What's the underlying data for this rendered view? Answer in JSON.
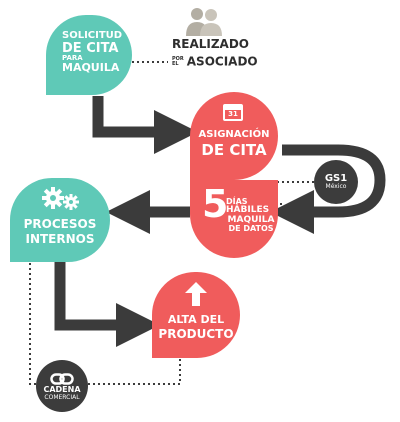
{
  "colors": {
    "teal": "#5fc9b7",
    "coral": "#f05c5c",
    "arrow": "#3b3b3b",
    "chip": "#3c3c3c"
  },
  "solicitud": {
    "line1": "Solicitud",
    "line2": "de cita",
    "line3": "para",
    "line4": "maquila"
  },
  "realizado": {
    "line1": "Realizado",
    "por": "por",
    "el": "el",
    "line2": "asociado",
    "icon": "people-icon"
  },
  "asignacion": {
    "line1": "Asignación",
    "line2": "de cita",
    "calendar_day": "31",
    "icon": "calendar-icon"
  },
  "gs1": {
    "line1": "GS1",
    "line2": "México"
  },
  "dias": {
    "number": "5",
    "line1": "días",
    "line2": "hábiles",
    "line3": "maquila",
    "line4": "de datos"
  },
  "procesos": {
    "line1": "Procesos",
    "line2": "internos",
    "icon": "gears-icon"
  },
  "alta": {
    "line1": "Alta del",
    "line2": "producto",
    "icon": "up-arrow-icon"
  },
  "cadena": {
    "line1": "Cadena",
    "line2": "comercial",
    "icon": "chain-link-icon"
  }
}
